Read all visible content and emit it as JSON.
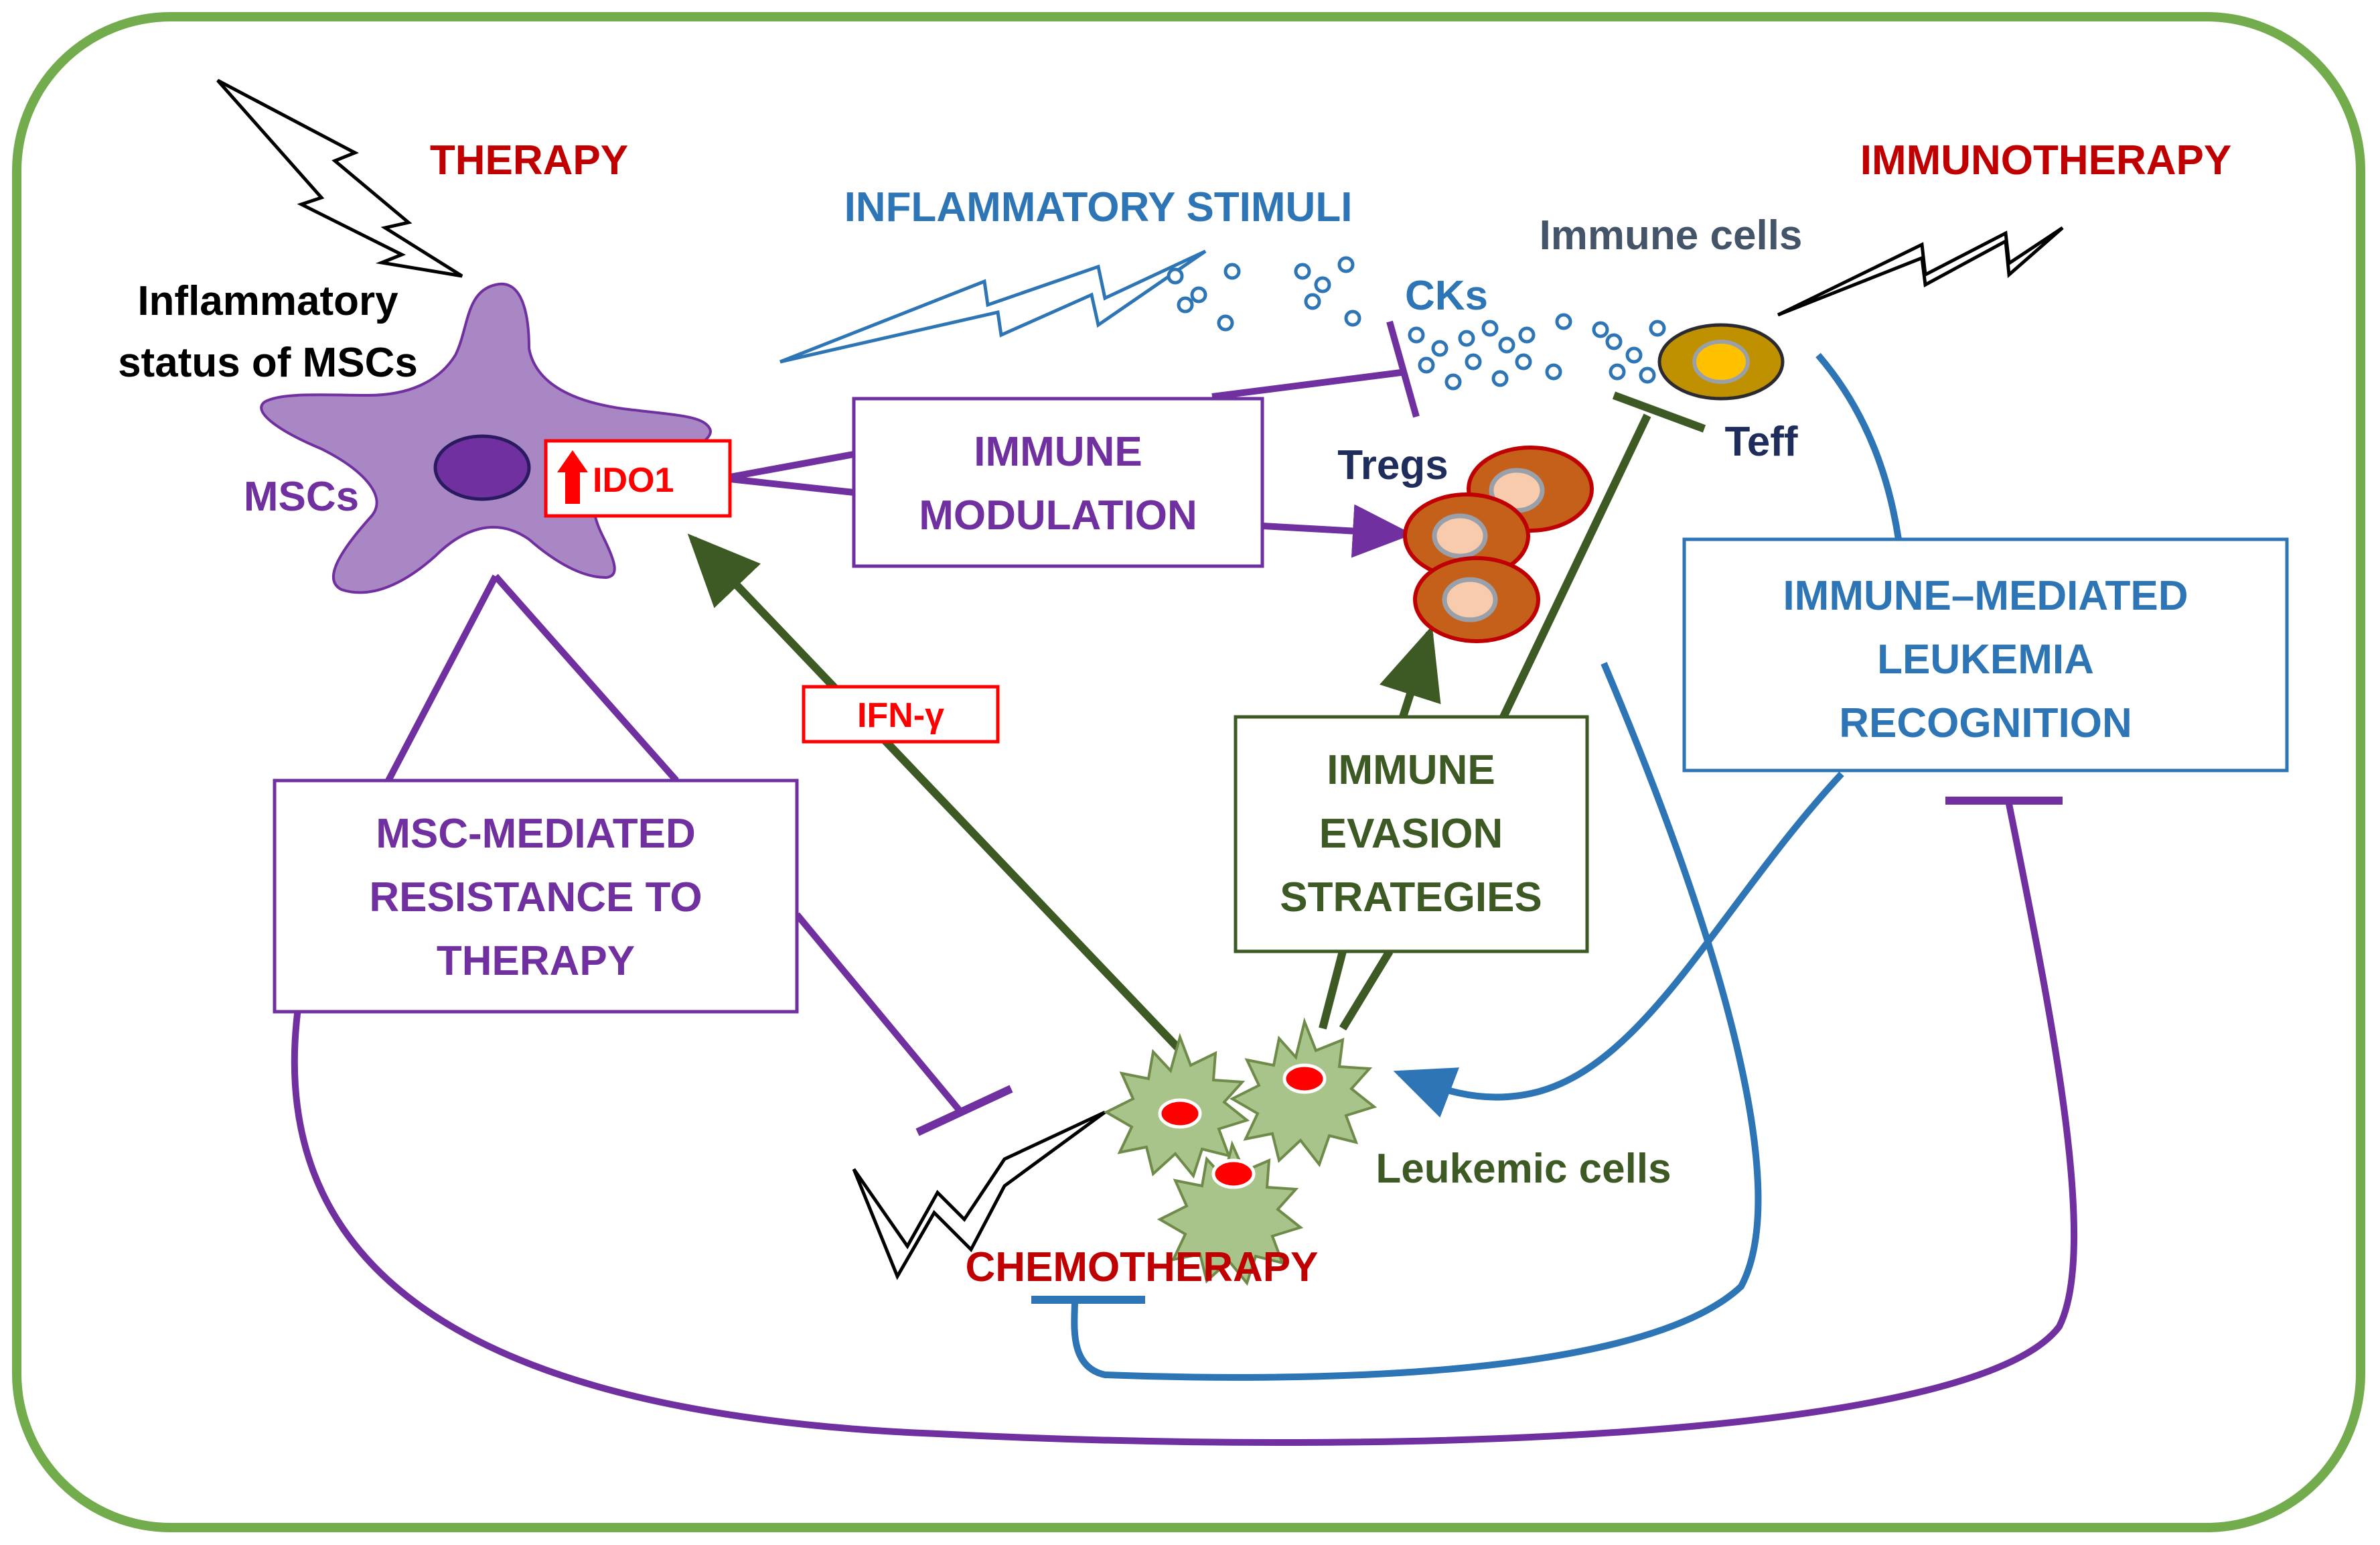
{
  "colors": {
    "frame": "#72AC4D",
    "purple": "#7030A0",
    "purple_light": "#A887C4",
    "nucleus": "#7030A0",
    "dark_green": "#3D5A25",
    "blue": "#2E75B6",
    "red": "#C00000",
    "bright_red": "#FF0000",
    "navy": "#1F2D5C",
    "slate": "#445569",
    "treg_fill": "#C5601A",
    "treg_edge": "#C00000",
    "teff_fill": "#BF9000",
    "leuk_fill": "#A9C48A",
    "leuk_edge": "#6E8B4A"
  },
  "labels": {
    "therapy": "THERAPY",
    "immunotherapy": "IMMUNOTHERAPY",
    "inflammatory_stimuli": "INFLAMMATORY STIMULI",
    "immune_cells": "Immune cells",
    "inflammatory_status_line1": "Inflammatory",
    "inflammatory_status_line2": "status of MSCs",
    "cks": "CKs",
    "mscs": "MSCs",
    "ido1": "IDO1",
    "tregs": "Tregs",
    "teff": "Teff",
    "ifn_gamma": "IFN-γ",
    "leukemic_cells": "Leukemic cells",
    "chemotherapy": "CHEMOTHERAPY"
  },
  "boxes": {
    "immune_modulation": [
      "IMMUNE",
      "MODULATION"
    ],
    "immune_mediated": [
      "IMMUNE–MEDIATED",
      "LEUKEMIA",
      "RECOGNITION"
    ],
    "immune_evasion": [
      "IMMUNE",
      "EVASION",
      "STRATEGIES"
    ],
    "msc_resistance": [
      "MSC-MEDIATED",
      "RESISTANCE TO",
      "THERAPY"
    ]
  },
  "icons": [
    "lightning-bolt-icon",
    "up-arrow-icon",
    "msc-cell-icon",
    "treg-cell-icon",
    "teff-cell-icon",
    "leukemic-cell-icon",
    "cytokine-dot-icon"
  ]
}
